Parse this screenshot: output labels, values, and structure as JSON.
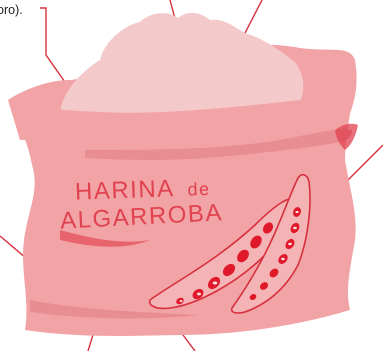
{
  "caption_fragment": "oro).",
  "sack": {
    "line1": "HARINA",
    "line1_small": "de",
    "line2": "ALGARROBA"
  },
  "colors": {
    "sack": "#f2a3a6",
    "sack_shadow": "#e88d92",
    "sack_fold": "#ee9498",
    "flour": "#f4c9ca",
    "text": "#e0424f",
    "pod_fill": "#f4b3b5",
    "pod_outline": "#d7303d",
    "seed": "#e0192a",
    "line": "#d7303d"
  }
}
